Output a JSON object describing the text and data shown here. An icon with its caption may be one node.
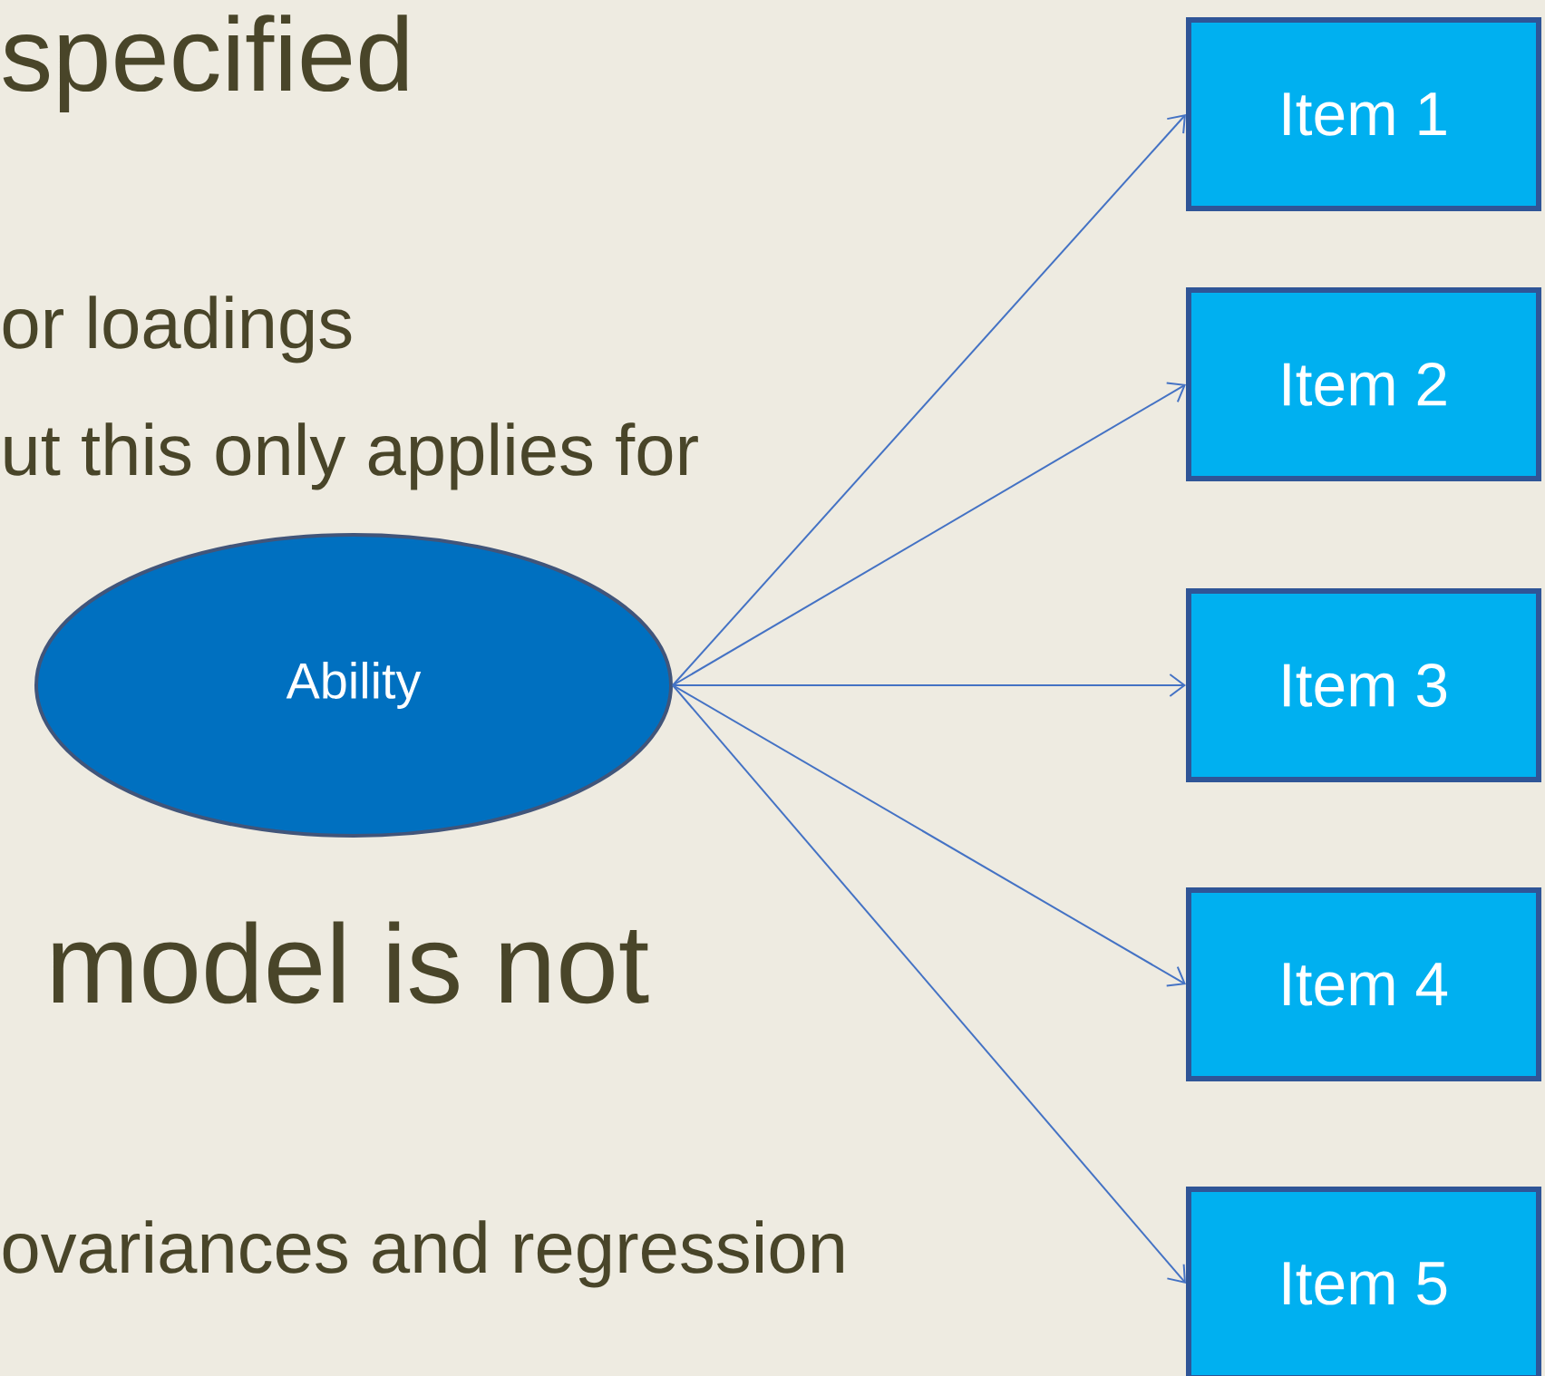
{
  "diagram": {
    "nodes": [
      {
        "text": [
          "Ability"
        ]
      },
      {
        "text": [
          "Item 1"
        ]
      },
      {
        "text": [
          "Item 2"
        ]
      },
      {
        "text": [
          "Item 3"
        ]
      },
      {
        "text": [
          "Item 4"
        ]
      },
      {
        "text": [
          "Item 5"
        ]
      }
    ],
    "edges": [
      {
        "from": 0,
        "to": 1,
        "arrow": "to"
      },
      {
        "from": 0,
        "to": 2,
        "arrow": "to"
      },
      {
        "from": 0,
        "to": 3,
        "arrow": "to"
      },
      {
        "from": 0,
        "to": 4,
        "arrow": "to"
      },
      {
        "from": 0,
        "to": 5,
        "arrow": "to"
      }
    ],
    "labels": [
      "specified",
      "or loadings",
      "ut this only applies for",
      "model is not",
      "ovariances and regression"
    ]
  }
}
